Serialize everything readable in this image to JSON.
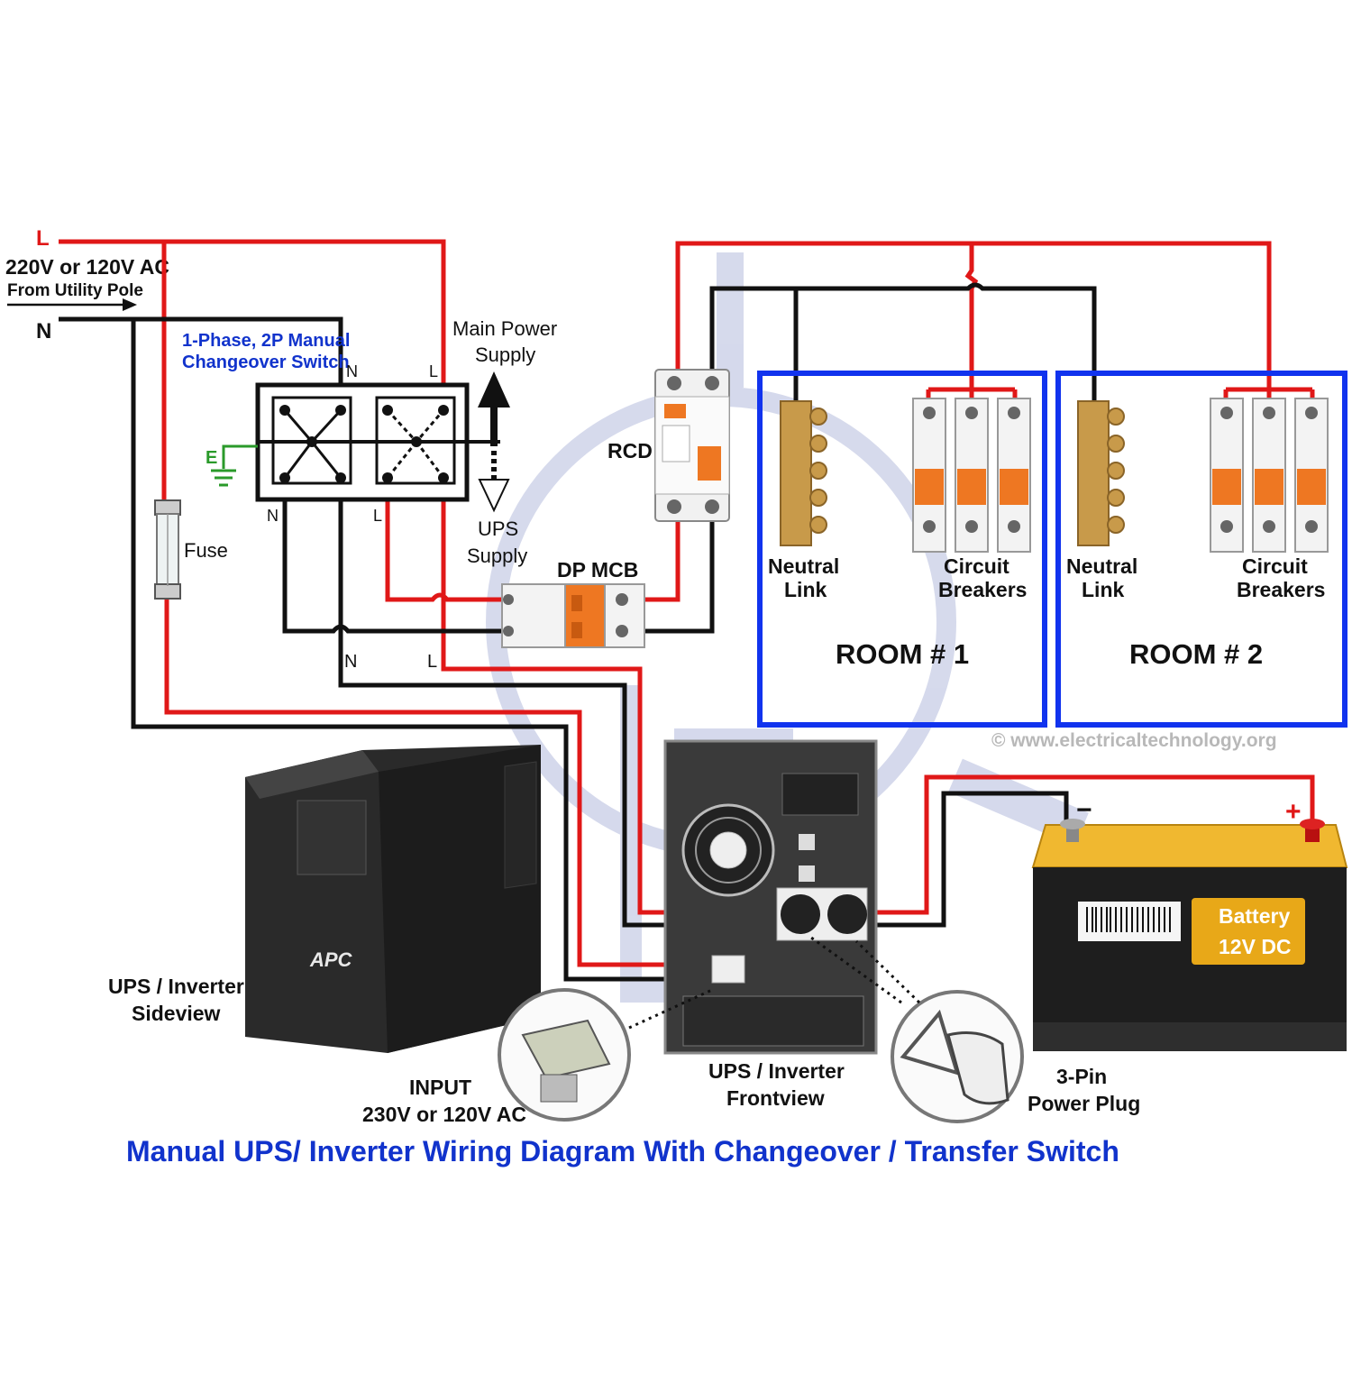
{
  "source": {
    "line_label": "L",
    "voltage": "220V or 120V AC",
    "from": "From Utility Pole",
    "neutral_label": "N"
  },
  "changeover": {
    "title_line1": "1-Phase, 2P Manual",
    "title_line2": "Changeover Switch",
    "top_n": "N",
    "top_l": "L",
    "bottom_n": "N",
    "bottom_l": "L",
    "earth": "E"
  },
  "main_power": {
    "line1": "Main Power",
    "line2": "Supply"
  },
  "ups_supply": {
    "line1": "UPS",
    "line2": "Supply"
  },
  "fuse": "Fuse",
  "rcd": "RCD",
  "dp_mcb": "DP MCB",
  "ups_bottom_n": "N",
  "ups_bottom_l": "L",
  "rooms": [
    {
      "name": "ROOM # 1",
      "neutral_line1": "Neutral",
      "neutral_line2": "Link",
      "breakers_line1": "Circuit",
      "breakers_line2": "Breakers"
    },
    {
      "name": "ROOM # 2",
      "neutral_line1": "Neutral",
      "neutral_line2": "Link",
      "breakers_line1": "Circuit",
      "breakers_line2": "Breakers"
    }
  ],
  "copyright": "© www.electricaltechnology.org",
  "ups_side": {
    "line1": "UPS / Inverter",
    "line2": "Sideview",
    "brand": "APC"
  },
  "ups_front": {
    "line1": "UPS / Inverter",
    "line2": "Frontview"
  },
  "input": {
    "line1": "INPUT",
    "line2": "230V or 120V AC"
  },
  "plug": {
    "line1": "3-Pin",
    "line2": "Power Plug"
  },
  "battery": {
    "line1": "Battery",
    "line2": "12V DC",
    "neg": "−",
    "pos": "+"
  },
  "title": "Manual UPS/ Inverter Wiring Diagram With Changeover / Transfer Switch",
  "colors": {
    "live": "#e01818",
    "neutral": "#111111",
    "title": "#1133cc",
    "room_border": "#1133ee",
    "battery_label": "#e8a818"
  }
}
